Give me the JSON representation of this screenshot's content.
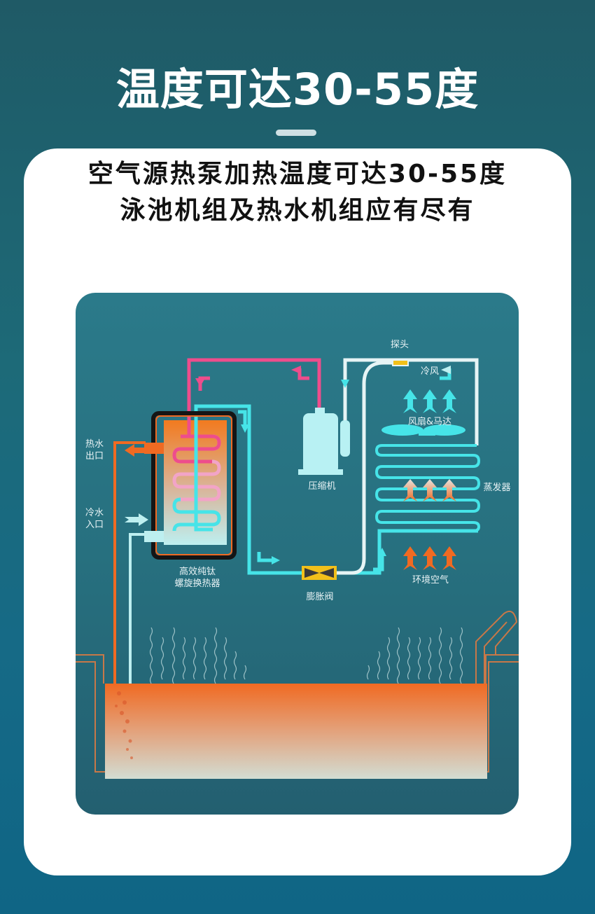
{
  "header": {
    "title": "温度可达30-55度"
  },
  "card": {
    "subtitle_line1": "空气源热泵加热温度可达30-55度",
    "subtitle_line2": "泳池机组及热水机组应有尽有"
  },
  "diagram": {
    "labels": {
      "hot_water_outlet": "热水\n出口",
      "cold_water_inlet": "冷水\n入口",
      "heat_exchanger": "高效纯钛\n螺旋换热器",
      "expansion_valve": "膨胀阀",
      "compressor": "压缩机",
      "probe": "探头",
      "cold_air": "冷风",
      "fan_motor": "风扇&马达",
      "evaporator": "蒸发器",
      "ambient_air": "环境空气"
    },
    "colors": {
      "hot_pipe": "#ee4d8c",
      "cold_pipe": "#46e4e8",
      "water_hot": "#f06a22",
      "water_cold": "#d6e2dc",
      "valve": "#f2c01a",
      "compressor": "#b8f1f3",
      "panel_bg": "#2b7a8a"
    }
  }
}
